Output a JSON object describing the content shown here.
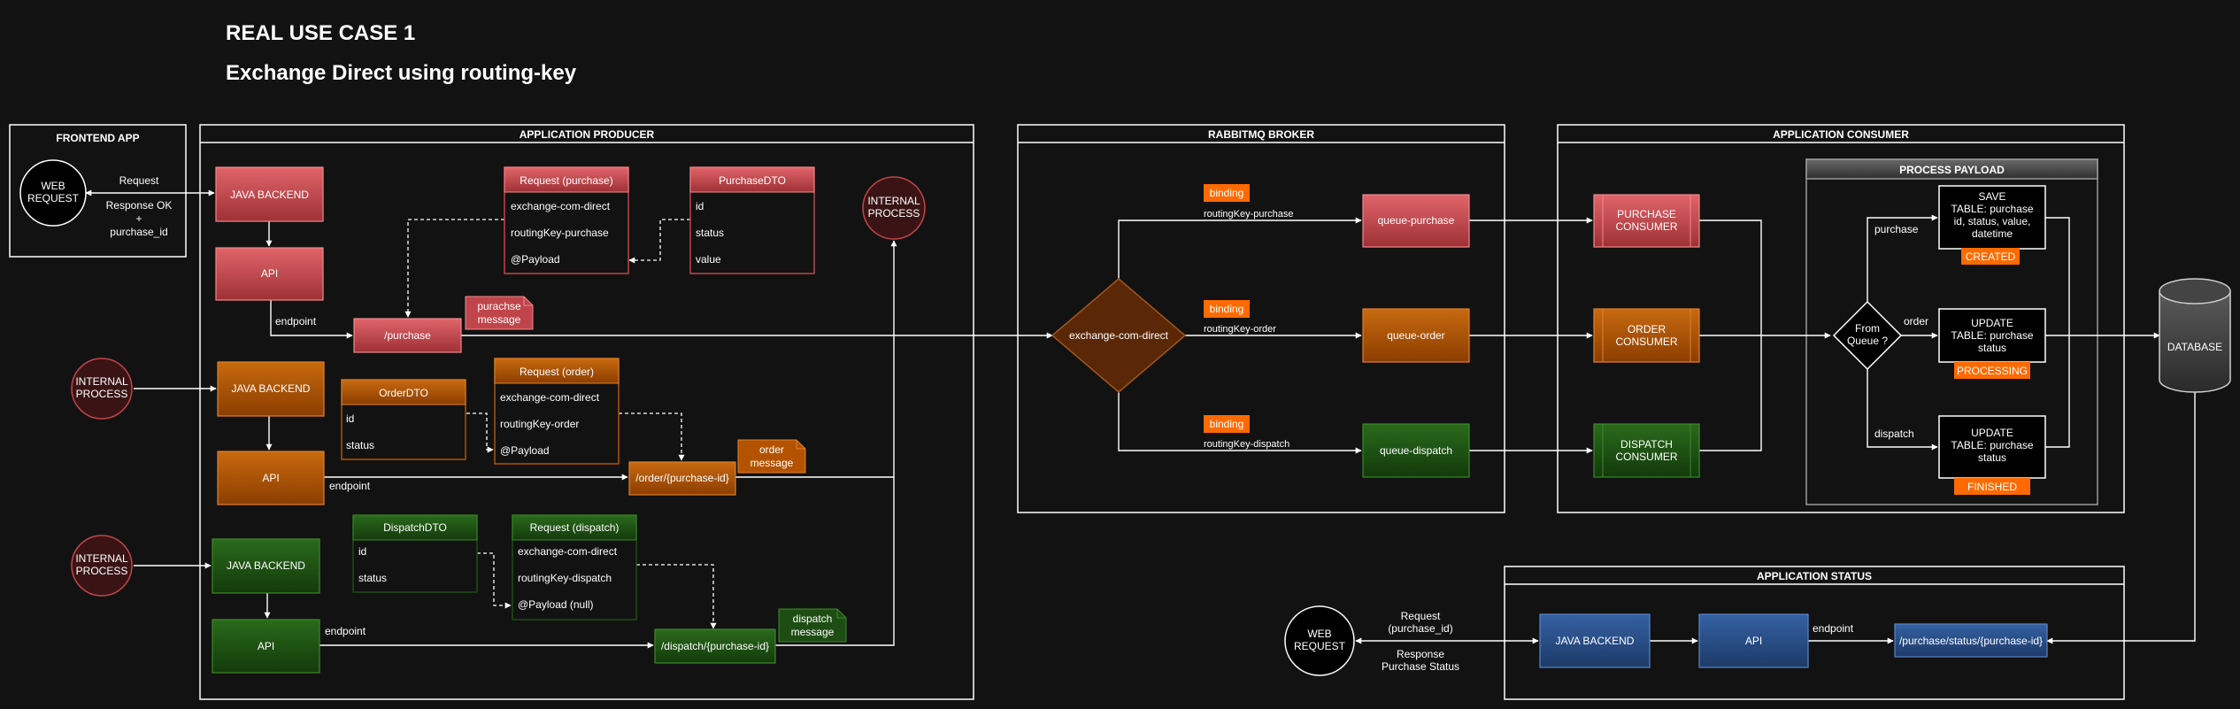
{
  "header": {
    "title": "REAL USE CASE 1",
    "subtitle": "Exchange Direct using routing-key"
  },
  "colors": {
    "background": "#121212",
    "red": "#c0454a",
    "orange": "#b35300",
    "green": "#1e4d14",
    "blue": "#27497e",
    "binding_orange": "#ff6a00",
    "exchange": "#5a2806"
  },
  "frontend": {
    "title": "FRONTEND APP",
    "web_request": [
      "WEB",
      "REQUEST"
    ],
    "request_label": "Request",
    "response_label": [
      "Response OK",
      "+",
      "purchase_id"
    ]
  },
  "producer": {
    "title": "APPLICATION PRODUCER",
    "purchase": {
      "backend": "JAVA BACKEND",
      "api": "API",
      "endpoint_label": "endpoint",
      "endpoint": "/purchase",
      "message_note": [
        "purachse",
        "message"
      ],
      "request": {
        "title": "Request (purchase)",
        "rows": [
          "exchange-com-direct",
          "routingKey-purchase",
          "@Payload"
        ]
      },
      "dto": {
        "title": "PurchaseDTO",
        "rows": [
          "id",
          "status",
          "value"
        ]
      }
    },
    "order": {
      "internal_process": [
        "INTERNAL",
        "PROCESS"
      ],
      "backend": "JAVA BACKEND",
      "api": "API",
      "endpoint_label": "endpoint",
      "endpoint": "/order/{purchase-id}",
      "message_note": [
        "order",
        "message"
      ],
      "request": {
        "title": "Request (order)",
        "rows": [
          "exchange-com-direct",
          "routingKey-order",
          "@Payload"
        ]
      },
      "dto": {
        "title": "OrderDTO",
        "rows": [
          "id",
          "status"
        ]
      }
    },
    "dispatch": {
      "internal_process": [
        "INTERNAL",
        "PROCESS"
      ],
      "backend": "JAVA BACKEND",
      "api": "API",
      "endpoint_label": "endpoint",
      "endpoint": "/dispatch/{purchase-id}",
      "message_note": [
        "dispatch",
        "message"
      ],
      "request": {
        "title": "Request (dispatch)",
        "rows": [
          "exchange-com-direct",
          "routingKey-dispatch",
          "@Payload (null)"
        ]
      },
      "dto": {
        "title": "DispatchDTO",
        "rows": [
          "id",
          "status"
        ]
      }
    },
    "internal_process_top": [
      "INTERNAL",
      "PROCESS"
    ]
  },
  "broker": {
    "title": "RABBITMQ BROKER",
    "exchange": "exchange-com-direct",
    "binding_label": "binding",
    "routes": [
      {
        "routing_key": "routingKey-purchase",
        "queue": "queue-purchase"
      },
      {
        "routing_key": "routingKey-order",
        "queue": "queue-order"
      },
      {
        "routing_key": "routingKey-dispatch",
        "queue": "queue-dispatch"
      }
    ]
  },
  "consumer": {
    "title": "APPLICATION CONSUMER",
    "consumers": [
      [
        "PURCHASE",
        "CONSUMER"
      ],
      [
        "ORDER",
        "CONSUMER"
      ],
      [
        "DISPATCH",
        "CONSUMER"
      ]
    ],
    "process_payload": {
      "title": "PROCESS PAYLOAD",
      "decision": [
        "From",
        "Queue ?"
      ],
      "branch_labels": [
        "purchase",
        "order",
        "dispatch"
      ],
      "actions": [
        {
          "lines": [
            "SAVE",
            "TABLE: purchase",
            "id, status, value,",
            "datetime"
          ],
          "status": "CREATED"
        },
        {
          "lines": [
            "UPDATE",
            "TABLE: purchase",
            "status"
          ],
          "status": "PROCESSING"
        },
        {
          "lines": [
            "UPDATE",
            "TABLE: purchase",
            "status"
          ],
          "status": "FINISHED"
        }
      ]
    }
  },
  "database": {
    "label": "DATABASE"
  },
  "status_app": {
    "title": "APPLICATION STATUS",
    "web_request": [
      "WEB",
      "REQUEST"
    ],
    "request_label": [
      "Request",
      "(purchase_id)"
    ],
    "response_label": [
      "Response",
      "Purchase Status"
    ],
    "backend": "JAVA BACKEND",
    "api": "API",
    "endpoint_label": "endpoint",
    "endpoint": "/purchase/status/{purchase-id}"
  }
}
